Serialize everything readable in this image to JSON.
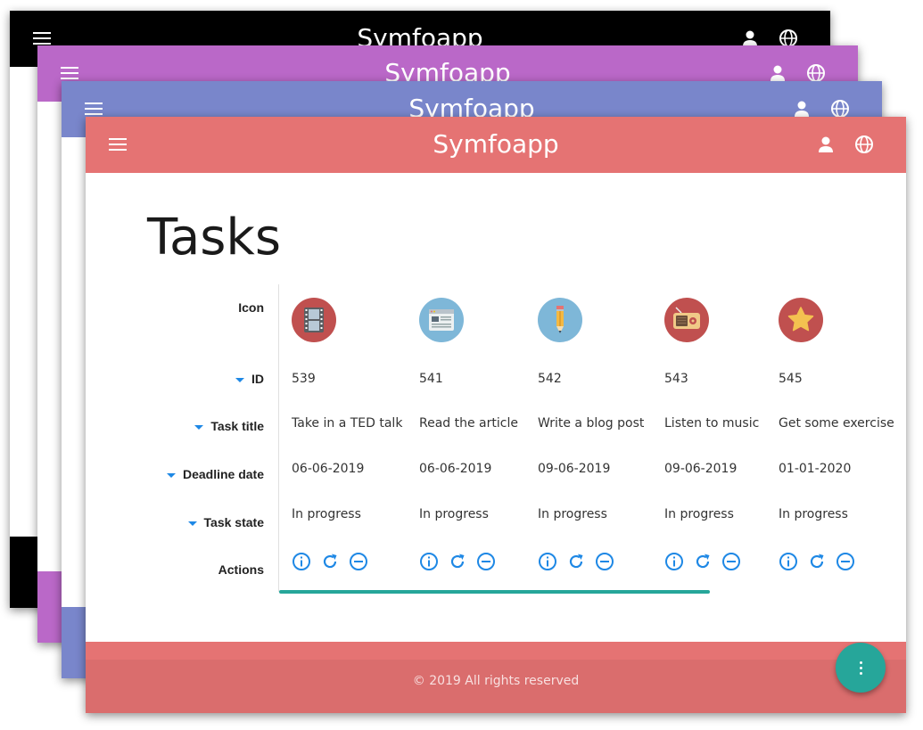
{
  "app": {
    "title": "Symfoapp"
  },
  "colors": {
    "black_theme": "#000000",
    "purple_theme": "#ba68c8",
    "blue_theme": "#7986cb",
    "red_theme": "#e57373",
    "accent": "#26a69a",
    "link_blue": "#1e88e5"
  },
  "icons": {
    "menu": "menu-icon",
    "user": "user-icon",
    "language": "globe-icon",
    "more": "more-vertical-icon"
  },
  "page": {
    "title": "Tasks"
  },
  "table": {
    "row_labels": {
      "icon": "Icon",
      "id": "ID",
      "title": "Task title",
      "deadline": "Deadline date",
      "state": "Task state",
      "actions": "Actions"
    },
    "columns": [
      {
        "icon": "film-icon",
        "icon_bg": "#c0504f",
        "id": "539",
        "title": "Take in a TED talk",
        "deadline": "06-06-2019",
        "state": "In progress"
      },
      {
        "icon": "browser-window-icon",
        "icon_bg": "#7eb7d8",
        "id": "541",
        "title": "Read the article",
        "deadline": "06-06-2019",
        "state": "In progress"
      },
      {
        "icon": "pencil-icon",
        "icon_bg": "#7eb7d8",
        "id": "542",
        "title": "Write a blog post",
        "deadline": "09-06-2019",
        "state": "In progress"
      },
      {
        "icon": "radio-icon",
        "icon_bg": "#c0504f",
        "id": "543",
        "title": "Listen to music",
        "deadline": "09-06-2019",
        "state": "In progress"
      },
      {
        "icon": "star-icon",
        "icon_bg": "#c0504f",
        "id": "545",
        "title": "Get some exercise",
        "deadline": "01-01-2020",
        "state": "In progress"
      }
    ],
    "action_icons": [
      "info-icon",
      "refresh-icon",
      "remove-icon"
    ]
  },
  "footer": {
    "text": "© 2019 All rights reserved"
  }
}
